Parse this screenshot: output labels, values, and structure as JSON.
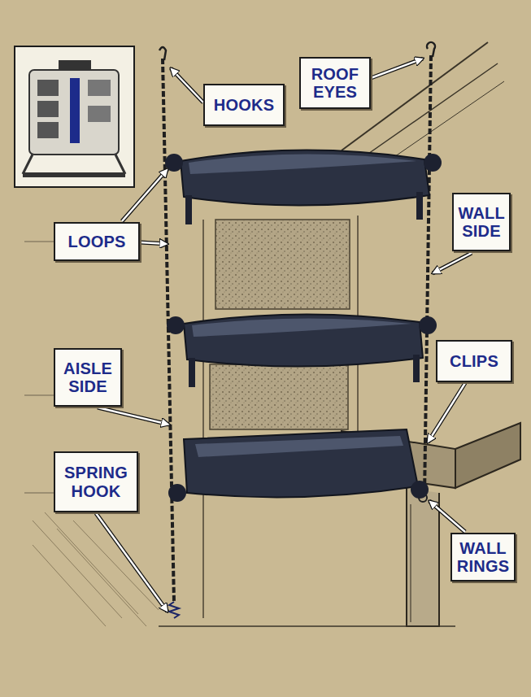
{
  "diagram": {
    "nodes": [
      {
        "text": [
          "HOOKS"
        ]
      },
      {
        "text": [
          "ROOF EYES"
        ]
      },
      {
        "text": [
          "LOOPS"
        ]
      },
      {
        "text": [
          "WALL SIDE"
        ]
      },
      {
        "text": [
          "AISLE SIDE"
        ]
      },
      {
        "text": [
          "CLIPS"
        ]
      },
      {
        "text": [
          "SPRING HOOK"
        ]
      },
      {
        "text": [
          "WALL RINGS"
        ]
      }
    ],
    "edges": []
  }
}
